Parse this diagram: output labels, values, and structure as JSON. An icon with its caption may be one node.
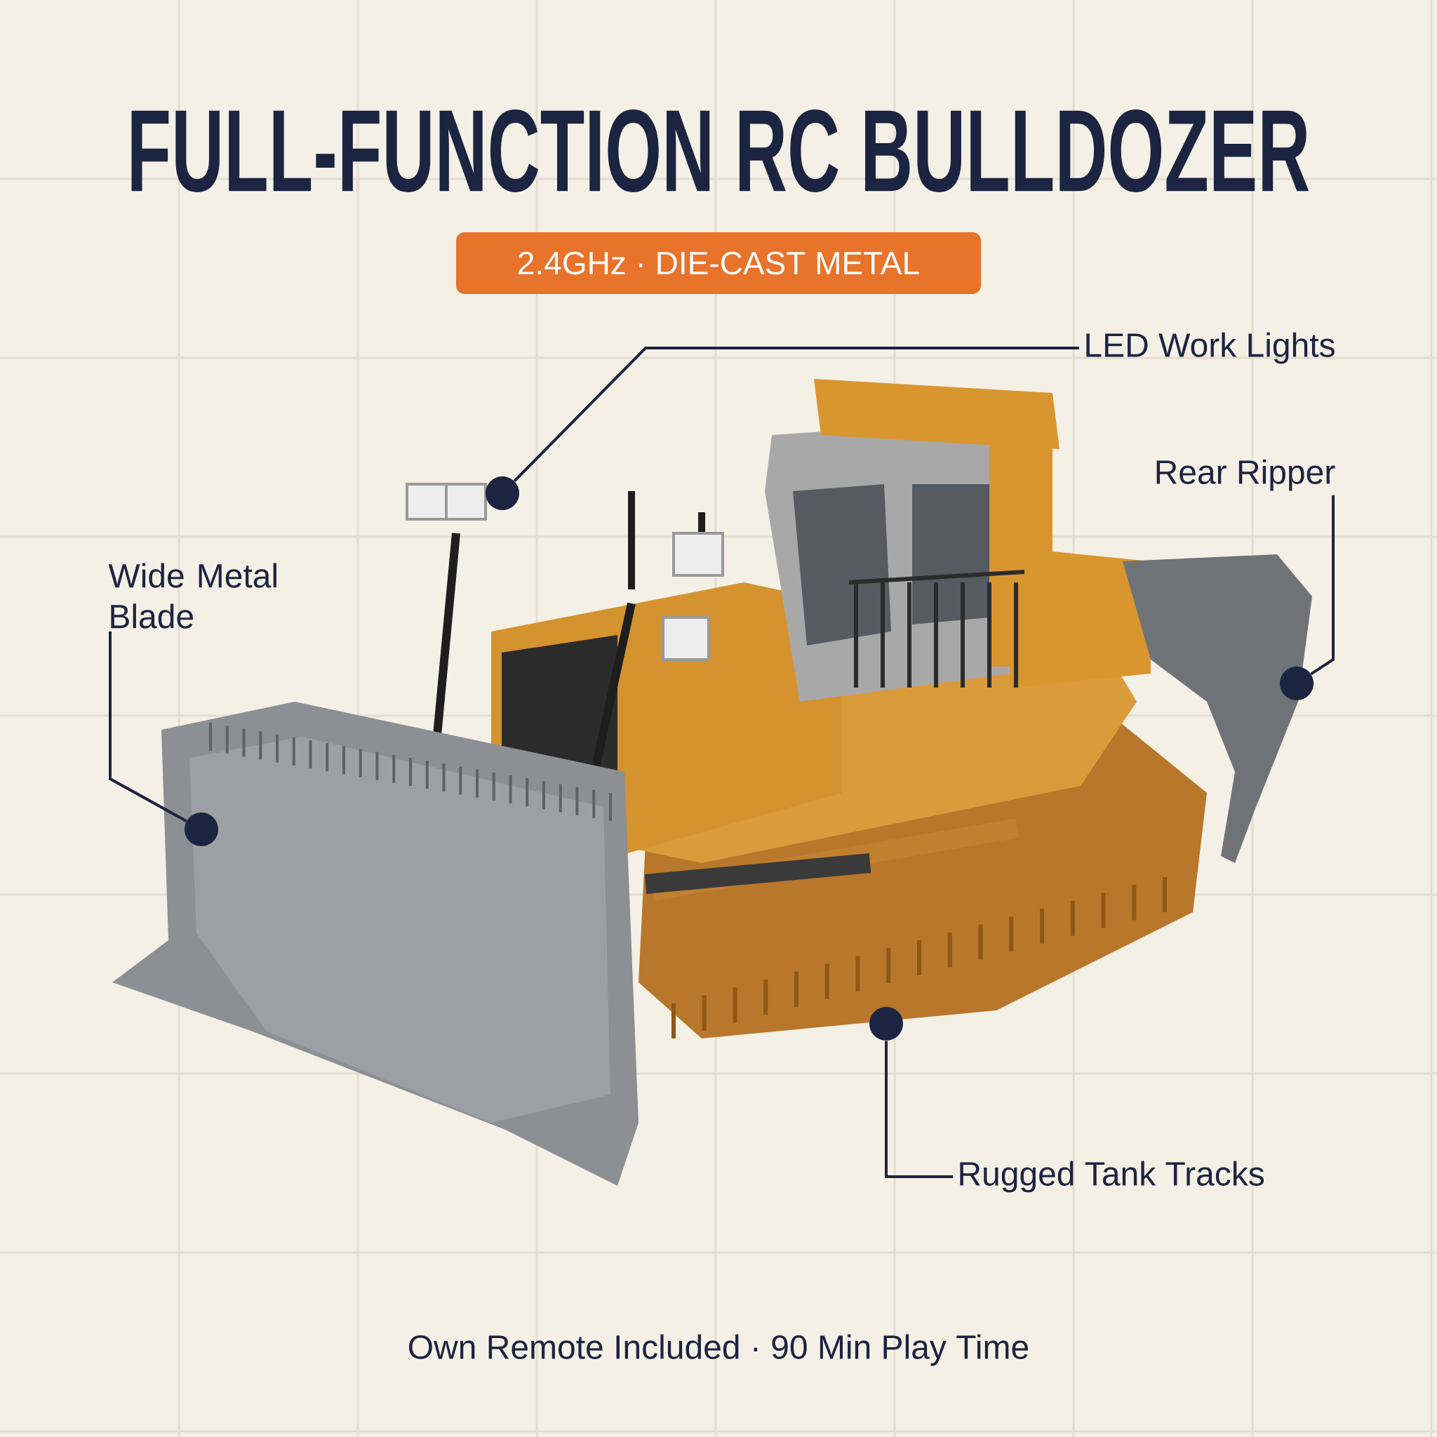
{
  "diagram": {
    "title": "FULL-FUNCTION RC BULLDOZER",
    "nodes": [
      {
        "text": [
          "2.4GHz · DIE-CAST METAL"
        ]
      },
      {
        "text": [
          "LED Work Lights"
        ]
      },
      {
        "text": [],
        "shape": "circle"
      },
      {
        "text": [
          "Rear Ripper"
        ]
      },
      {
        "text": [],
        "shape": "circle"
      },
      {
        "text": [
          "Wide Metal Blade"
        ]
      },
      {
        "text": [],
        "shape": "circle"
      },
      {
        "text": [
          "Rugged Tank Tracks"
        ]
      },
      {
        "text": [],
        "shape": "circle"
      }
    ],
    "edges": [
      {
        "from": 1,
        "to": 2,
        "arrow": "none"
      },
      {
        "from": 3,
        "to": 4,
        "arrow": "none"
      },
      {
        "from": 5,
        "to": 6,
        "arrow": "none"
      },
      {
        "from": 7,
        "to": 8,
        "arrow": "none"
      }
    ],
    "labels": [
      "Own Remote Included · 90 Min Play Time"
    ]
  }
}
